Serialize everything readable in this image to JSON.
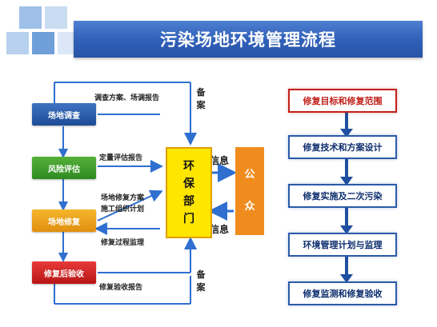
{
  "title": "污染场地环境管理流程",
  "left_steps": [
    "场地调查",
    "风险评估",
    "场地修复",
    "修复后验收"
  ],
  "left_step_colors": [
    "#2a5cae",
    "#3f9e2c",
    "#eda21c",
    "#d02020"
  ],
  "labels": {
    "survey_report": "调查方案、场调报告",
    "risk_report": "定量评估报告",
    "plan_1": "场地修复方案",
    "plan_2": "施工组织计划",
    "process_monitor": "修复过程监理",
    "acceptance_report": "修复验收报告",
    "filing_top": "备案",
    "filing_bottom": "备案",
    "info_top": "信息",
    "info_bottom": "信息"
  },
  "env_dept": "环保部门",
  "public": "公众",
  "right_steps": [
    "修复目标和修复范围",
    "修复技术和方案设计",
    "修复实施及二次污染",
    "环境管理计划与监理",
    "修复监测和修复验收"
  ],
  "colors": {
    "accent_blue": "#2f5fb8",
    "arrow_blue": "#2f6fd0",
    "env_yellow": "#ffe600",
    "public_orange": "#f08c1e"
  }
}
